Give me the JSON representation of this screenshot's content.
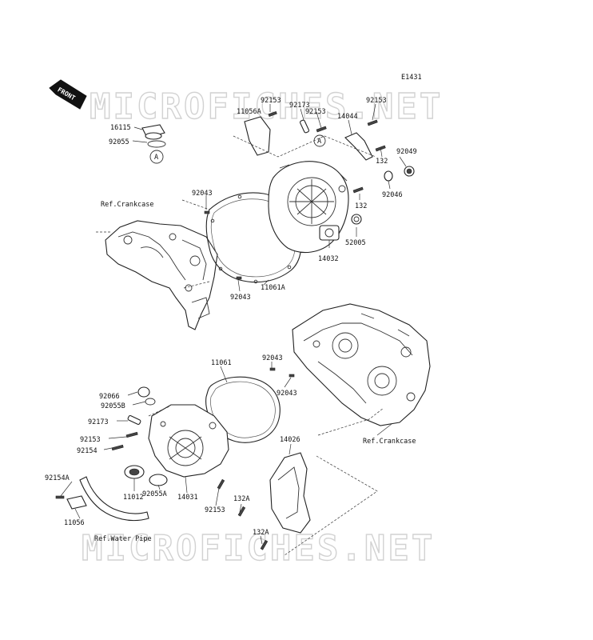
{
  "diagram_code": "E1431",
  "front_indicator": "FRONT",
  "watermark": "MICROFICHES.NET",
  "callout_symbol": "A",
  "labels": {
    "p11056A": "11056A",
    "p92153_top1": "92153",
    "p92173_top": "92173",
    "p92153_top2": "92153",
    "p92153_top3": "92153",
    "p14044": "14044",
    "p16115": "16115",
    "p92055": "92055",
    "p92049": "92049",
    "p132_a": "132",
    "p92046": "92046",
    "p132_b": "132",
    "p52005": "52005",
    "p14032": "14032",
    "p92043_a": "92043",
    "p11061A": "11061A",
    "p92043_b": "92043",
    "ref_crankcase_top": "Ref.Crankcase",
    "p11061": "11061",
    "p92043_c": "92043",
    "p92043_d": "92043",
    "p92066": "92066",
    "p92055B": "92055B",
    "p92173_low": "92173",
    "p92153_low1": "92153",
    "p92154": "92154",
    "p14026": "14026",
    "ref_crankcase_low": "Ref.Crankcase",
    "p92154A": "92154A",
    "p11012": "11012",
    "p92055A": "92055A",
    "p14031": "14031",
    "p92153_low2": "92153",
    "p132A_a": "132A",
    "p11056": "11056",
    "ref_water_pipe": "Ref.Water Pipe",
    "p132A_b": "132A"
  }
}
